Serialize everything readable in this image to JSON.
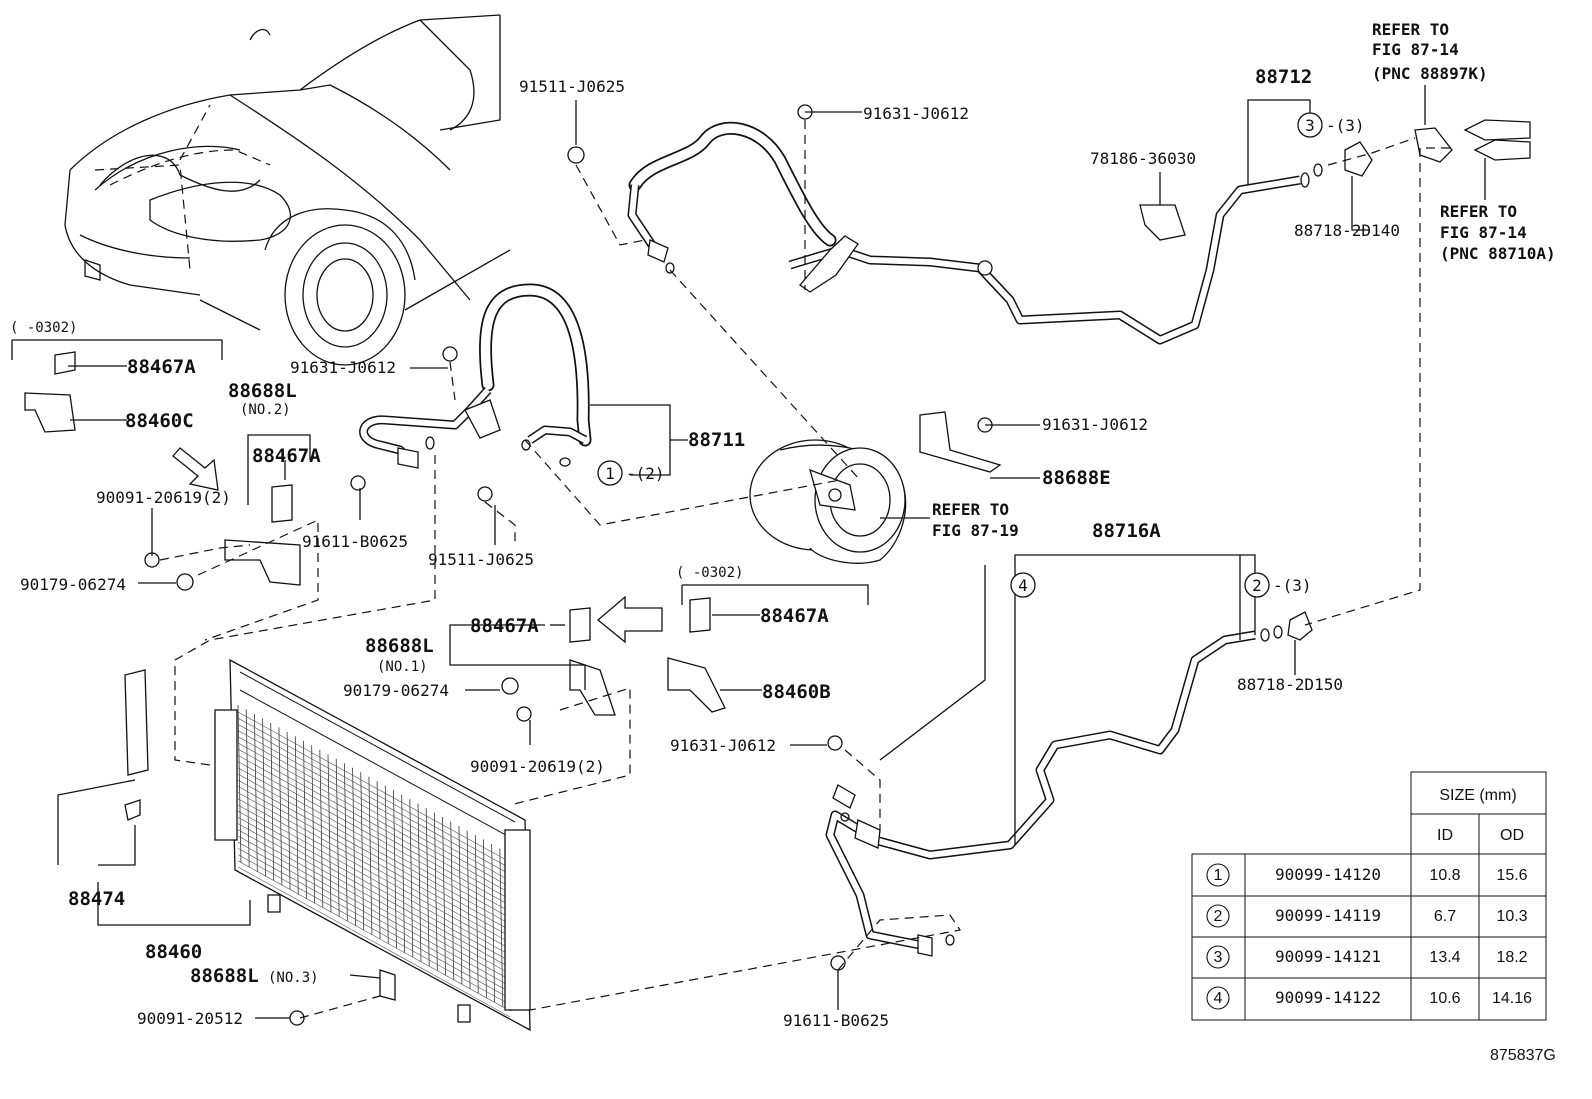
{
  "labels": {
    "p_91511_top": "91511-J0625",
    "p_91631_top": "91631-J0612",
    "p_88712": "88712",
    "refer_top_1": "REFER TO",
    "refer_top_2": "FIG 87-14",
    "refer_top_3": "(PNC 88897K)",
    "p_78186": "78186-36030",
    "p_88718_2d140": "88718-2D140",
    "refer_right_1": "REFER TO",
    "refer_right_2": "FIG 87-14",
    "refer_right_3": "(PNC 88710A)",
    "bracket_0302_left": "(     -0302)",
    "p_88467a_1": "88467A",
    "p_88460c": "88460C",
    "p_88688l_no2": "88688L",
    "no2": "(NO.2)",
    "p_88467a_2": "88467A",
    "p_91631_mid": "91631-J0612",
    "p_88711": "88711",
    "p_91631_right": "91631-J0612",
    "p_88688e": "88688E",
    "p_90091_20619_left": "90091-20619(2)",
    "p_91611_left": "91611-B0625",
    "p_91511_mid": "91511-J0625",
    "refer_comp_1": "REFER TO",
    "refer_comp_2": "FIG 87-19",
    "p_90179_left": "90179-06274",
    "p_88716a": "88716A",
    "bracket_0302_right": "(     -0302)",
    "p_88467a_3": "88467A",
    "p_88688l_no1": "88688L",
    "no1": "(NO.1)",
    "p_88467a_4": "88467A",
    "p_90179_mid": "90179-06274",
    "p_88460b": "88460B",
    "p_88718_2d150": "88718-2D150",
    "p_90091_20619_mid": "90091-20619(2)",
    "p_91631_low": "91631-J0612",
    "p_88474": "88474",
    "p_88460": "88460",
    "p_88688l_no3": "88688L",
    "no3": "(NO.3)",
    "p_90091_20512": "90091-20512",
    "p_91611_bottom": "91611-B0625",
    "fig_id": "875837G",
    "c1": "1",
    "c2": "2",
    "c3": "3",
    "c4": "4",
    "c1_qty": "-(2)",
    "c3_qty": "-(3)",
    "c2_qty": "-(3)"
  },
  "size_table": {
    "header": "SIZE (mm)",
    "col_id": "ID",
    "col_od": "OD",
    "rows": [
      {
        "ref": "1",
        "part": "90099-14120",
        "id": "10.8",
        "od": "15.6"
      },
      {
        "ref": "2",
        "part": "90099-14119",
        "id": "6.7",
        "od": "10.3"
      },
      {
        "ref": "3",
        "part": "90099-14121",
        "id": "13.4",
        "od": "18.2"
      },
      {
        "ref": "4",
        "part": "90099-14122",
        "id": "10.6",
        "od": "14.16"
      }
    ]
  }
}
